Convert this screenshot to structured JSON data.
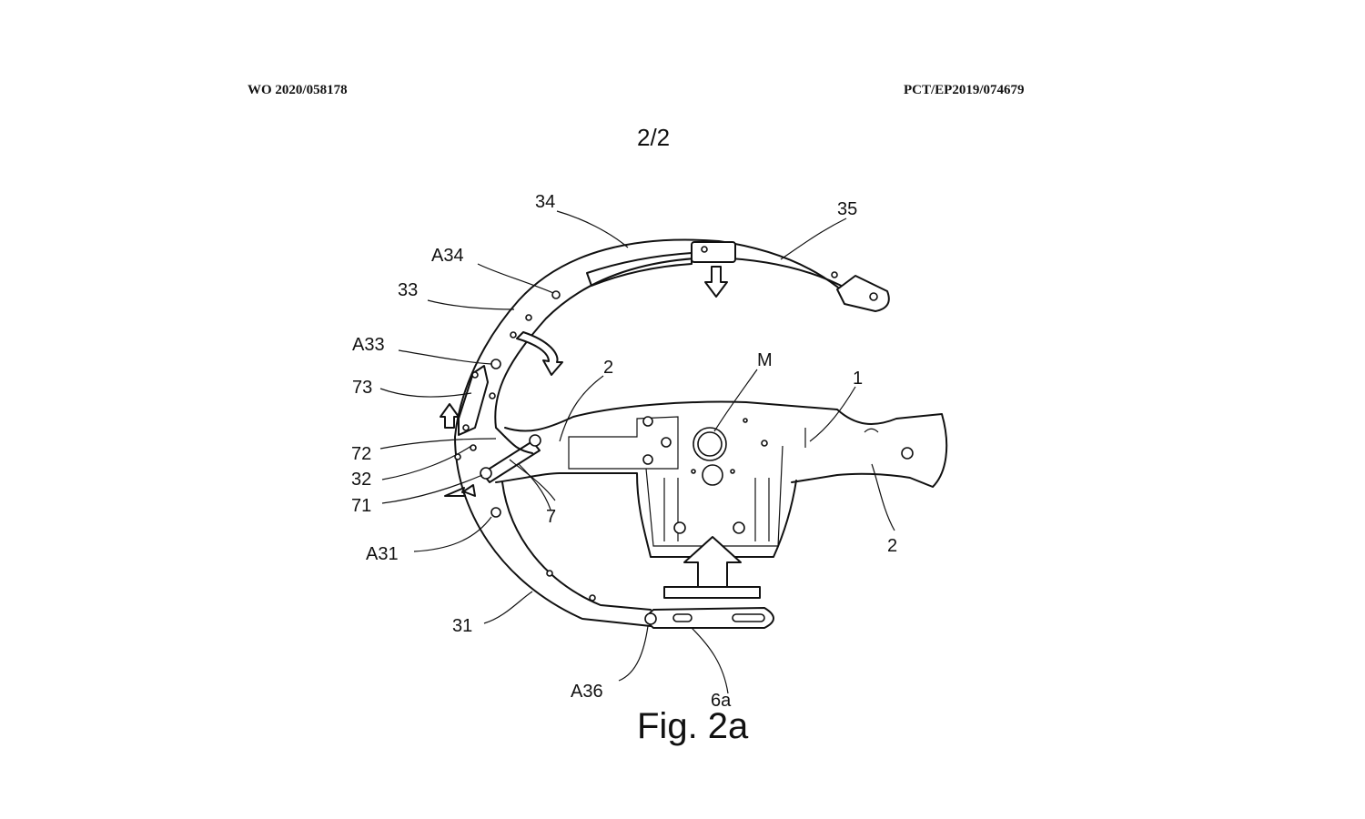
{
  "header": {
    "publication_number": "WO 2020/058178",
    "application_number": "PCT/EP2019/074679",
    "sheet": "2/2"
  },
  "figure": {
    "caption": "Fig. 2a",
    "labels": {
      "l34": "34",
      "l35": "35",
      "lA34": "A34",
      "l33": "33",
      "lA33": "A33",
      "l73": "73",
      "l72": "72",
      "l32": "32",
      "l71": "71",
      "lA31": "A31",
      "l31": "31",
      "lA36": "A36",
      "l6a": "6a",
      "l2top": "2",
      "lM": "M",
      "l1": "1",
      "l2right": "2",
      "l7": "7"
    }
  }
}
